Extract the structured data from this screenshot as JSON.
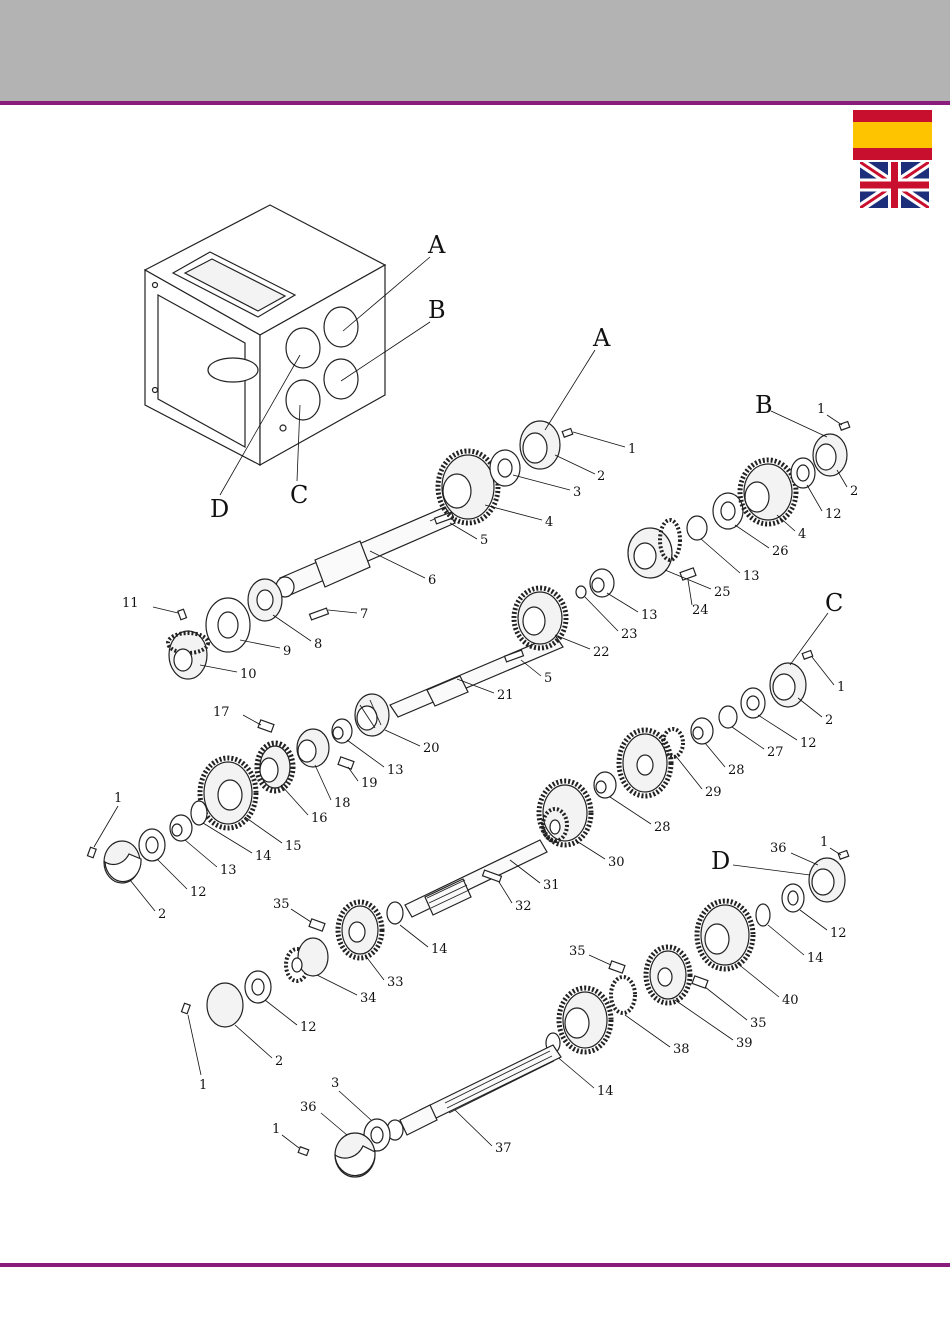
{
  "colors": {
    "header": "#b3b3b3",
    "accent": "#8a1c7c"
  },
  "flags": {
    "top": "spain-flag-icon",
    "bottom": "uk-flag-icon"
  },
  "diagram": {
    "labels": {
      "A": "A",
      "B": "B",
      "C": "C",
      "D": "D",
      "n1": "1",
      "n2": "2",
      "n3": "3",
      "n4": "4",
      "n5": "5",
      "n6": "6",
      "n7": "7",
      "n8": "8",
      "n9": "9",
      "n10": "10",
      "n11": "11",
      "n12": "12",
      "n13": "13",
      "n14": "14",
      "n15": "15",
      "n16": "16",
      "n17": "17",
      "n18": "18",
      "n19": "19",
      "n20": "20",
      "n21": "21",
      "n22": "22",
      "n23": "23",
      "n24": "24",
      "n25": "25",
      "n26": "26",
      "n27": "27",
      "n28": "28",
      "n29": "29",
      "n30": "30",
      "n31": "31",
      "n32": "32",
      "n33": "33",
      "n34": "34",
      "n35": "35",
      "n36": "36",
      "n37": "37",
      "n38": "38",
      "n39": "39",
      "n40": "40"
    }
  }
}
